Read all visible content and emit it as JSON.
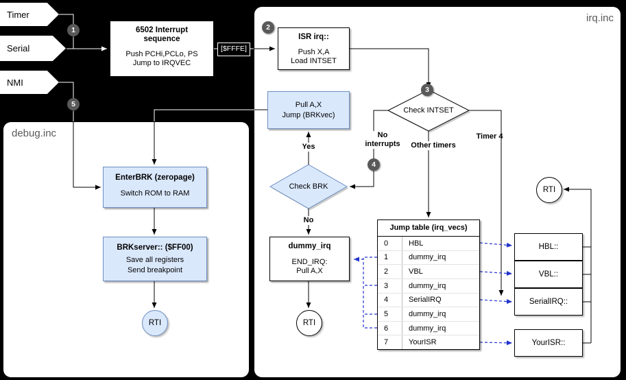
{
  "panels": {
    "debug": {
      "title": "debug.inc"
    },
    "irq": {
      "title": "irq.inc"
    }
  },
  "sources": {
    "timer": "Timer",
    "serial": "Serial",
    "nmi": "NMI"
  },
  "badges": {
    "b1": "1",
    "b2": "2",
    "b3": "3",
    "b4": "4",
    "b5": "5"
  },
  "nodes": {
    "seq": {
      "title": "6502 Interrupt sequence",
      "line1": "Push PCHi,PCLo, PS",
      "line2": "Jump to IRQVEC"
    },
    "vector_label": "[$FFFE]",
    "isr": {
      "title": "ISR irq::",
      "line1": "Push X,A",
      "line2": "Load INTSET"
    },
    "check_intset": {
      "label": "Check INTSET"
    },
    "check_brk": {
      "label": "Check BRK"
    },
    "pull_jump": {
      "line1": "Pull A,X",
      "line2": "Jump (BRKvec)"
    },
    "dummy": {
      "title": "dummy_irq",
      "line1": "END_IRQ:",
      "line2": "Pull A,X"
    },
    "enterbrk": {
      "title": "EnterBRK (zeropage)",
      "line1": "Switch ROM to RAM"
    },
    "brkserver": {
      "title": "BRKserver:: ($FF00)",
      "line1": "Save all registers",
      "line2": "Send breakpoint"
    },
    "rti_debug": "RTI",
    "rti_dummy": "RTI",
    "rti_handlers": "RTI"
  },
  "edge_labels": {
    "yes": "Yes",
    "no": "No",
    "no_interrupts": "No interrupts",
    "other_timers": "Other timers",
    "timer4": "Timer 4"
  },
  "jump_table": {
    "title": "Jump table (irq_vecs)",
    "rows": [
      {
        "i": "0",
        "t": "HBL"
      },
      {
        "i": "1",
        "t": "dummy_irq"
      },
      {
        "i": "2",
        "t": "VBL"
      },
      {
        "i": "3",
        "t": "dummy_irq"
      },
      {
        "i": "4",
        "t": "SerialIRQ"
      },
      {
        "i": "5",
        "t": "dummy_irq"
      },
      {
        "i": "6",
        "t": "dummy_irq"
      },
      {
        "i": "7",
        "t": "YourISR"
      }
    ]
  },
  "handlers": [
    {
      "label": "HBL::"
    },
    {
      "label": "VBL::"
    },
    {
      "label": "SerialIRQ::"
    },
    {
      "label": "YourISR::"
    }
  ],
  "colors": {
    "background": "#000000",
    "panel": "#ffffff",
    "node_blue_fill": "#dae8fc",
    "node_blue_stroke": "#6c8ebf",
    "dashed_arrow_blue": "#2233cc",
    "badge_gray": "#595959"
  }
}
